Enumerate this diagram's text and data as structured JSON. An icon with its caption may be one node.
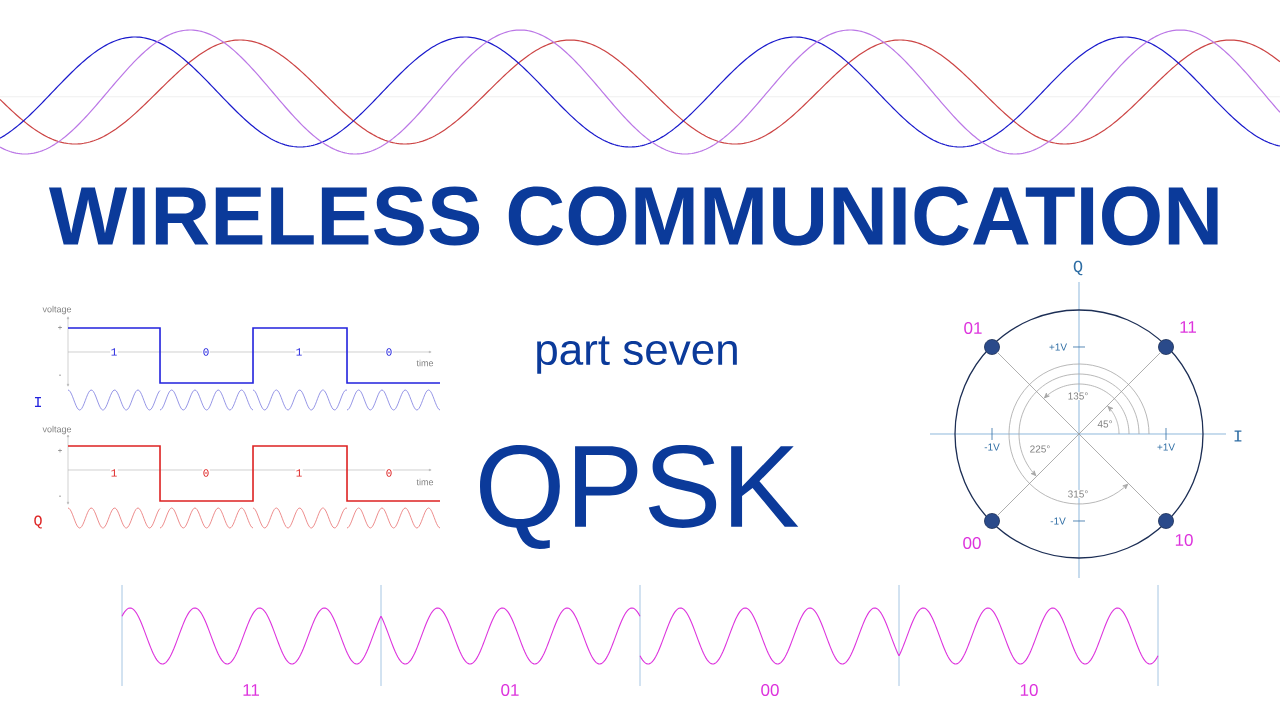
{
  "diagram": {
    "title": "WIRELESS COMMUNICATION",
    "nodes": [
      {
        "text": [],
        "shape": "circle",
        "beside": [
          "01"
        ]
      },
      {
        "text": [],
        "shape": "circle",
        "beside": [
          "11"
        ]
      },
      {
        "text": [],
        "shape": "circle",
        "beside": [
          "00"
        ]
      },
      {
        "text": [],
        "shape": "circle",
        "beside": [
          "10"
        ]
      }
    ],
    "labels": [
      "part seven",
      "QPSK",
      "voltage",
      "+",
      "1",
      "0",
      "1",
      "0",
      "time",
      "-",
      "I",
      "voltage",
      "+",
      "1",
      "0",
      "1",
      "0",
      "time",
      "-",
      "Q",
      "Q",
      "+1V",
      "135°",
      "45°",
      "I",
      "-1V",
      "225°",
      "+1V",
      "315°",
      "-1V",
      "11",
      "01",
      "00",
      "10"
    ]
  }
}
